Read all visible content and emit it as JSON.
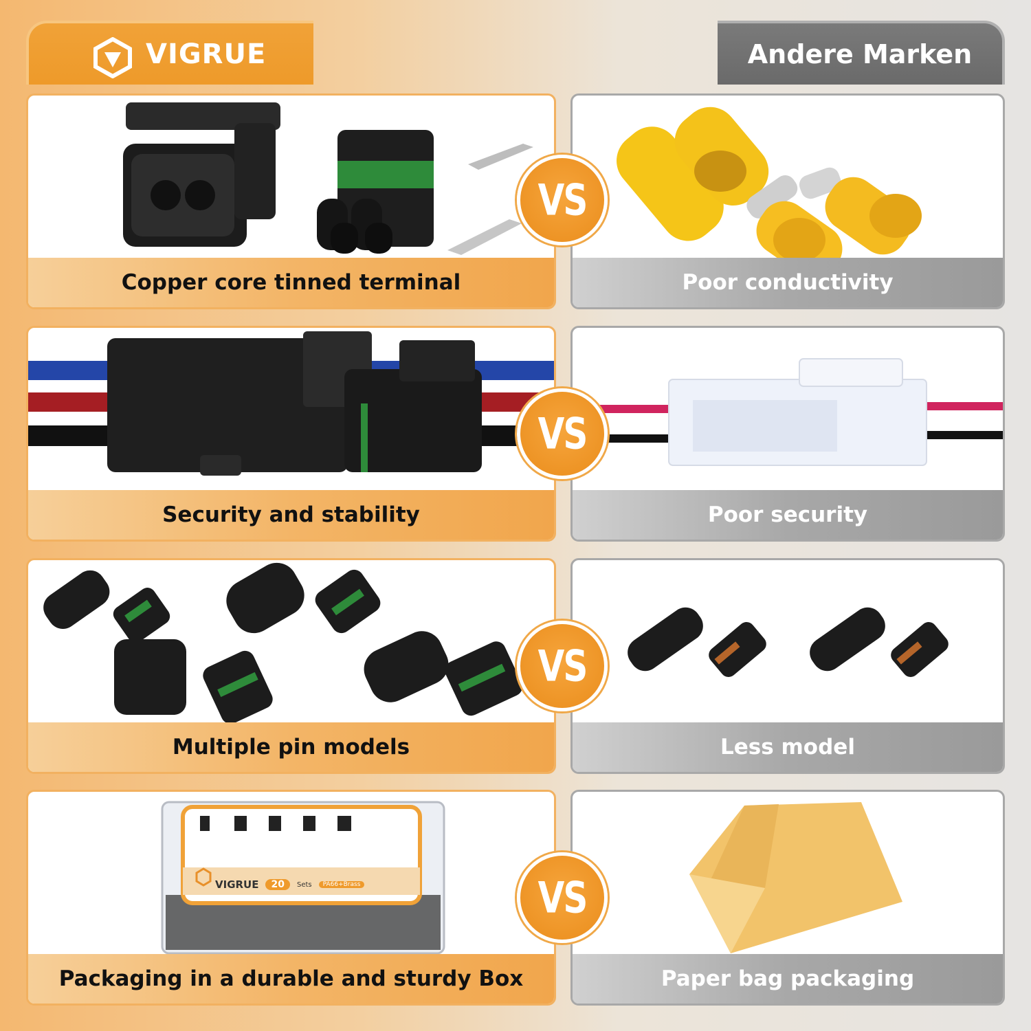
{
  "header": {
    "brand_name": "VIGRUE",
    "other_title": "Andere Marken"
  },
  "vs_label": "VS",
  "rows": [
    {
      "left_caption": "Copper core tinned terminal",
      "right_caption": "Poor conductivity"
    },
    {
      "left_caption": "Security and stability",
      "right_caption": "Poor security"
    },
    {
      "left_caption": "Multiple pin models",
      "right_caption": "Less model"
    },
    {
      "left_caption": "Packaging in a durable and sturdy Box",
      "right_caption": "Paper bag packaging"
    }
  ],
  "box_label": {
    "brand": "VIGRUE",
    "count": "20",
    "unit": "Sets",
    "material": "PA66+Brass"
  },
  "colors": {
    "accent_orange": "#ef9a2b",
    "gray_tab": "#6f6f6f",
    "connector_black": "#1c1c1c",
    "seal_green": "#2e8b3a",
    "terminal_yellow": "#f5c518"
  }
}
